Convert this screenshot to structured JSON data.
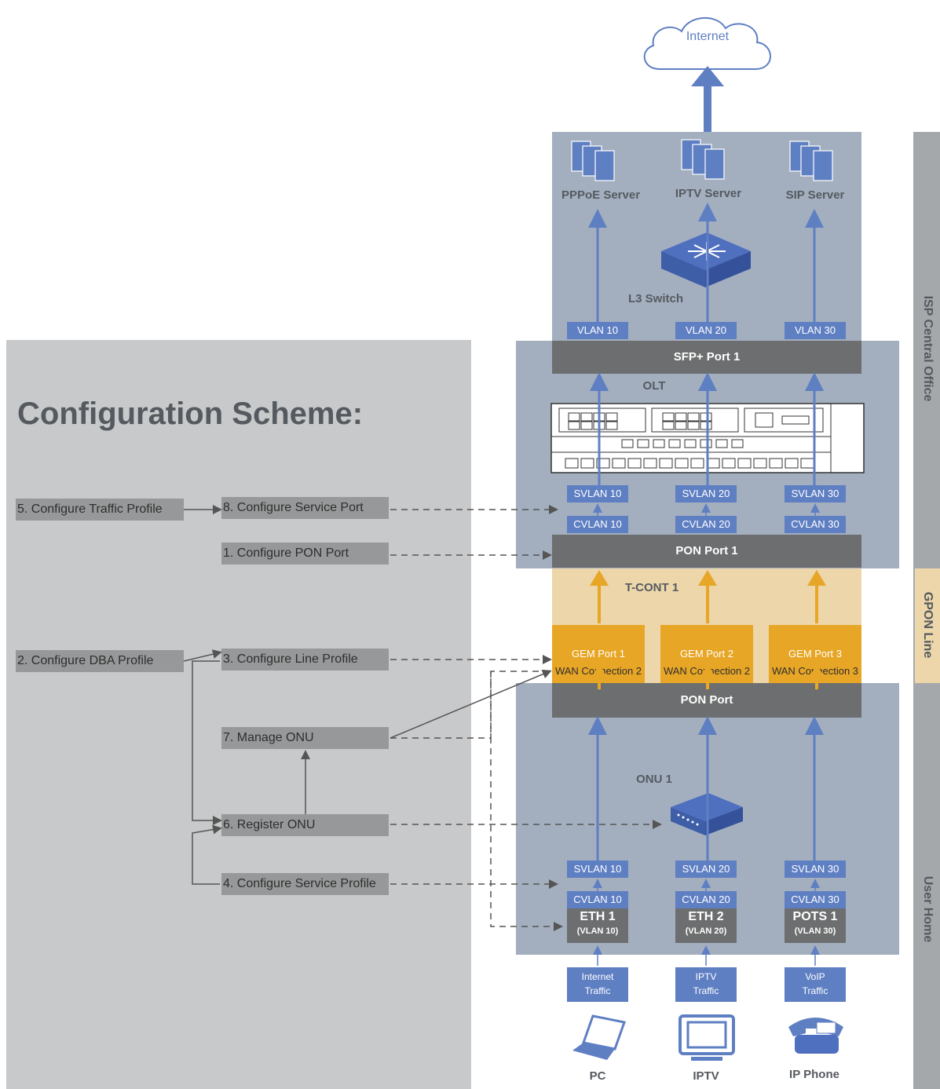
{
  "title": "Configuration Scheme:",
  "internet": "Internet",
  "servers": {
    "pppoe": "PPPoE Server",
    "iptv": "IPTV Server",
    "sip": "SIP Server"
  },
  "l3_switch": "L3 Switch",
  "vlans_top": [
    "VLAN 10",
    "VLAN 20",
    "VLAN 30"
  ],
  "sfp_port": "SFP+ Port 1",
  "olt": "OLT",
  "svlans": [
    "SVLAN 10",
    "SVLAN 20",
    "SVLAN 30"
  ],
  "cvlans": [
    "CVLAN 10",
    "CVLAN 20",
    "CVLAN 30"
  ],
  "pon_port_1": "PON Port 1",
  "tcont": "T-CONT 1",
  "gem_ports": [
    "GEM  Port 1",
    "GEM  Port 2",
    "GEM  Port 3"
  ],
  "wan_connections": [
    "WAN Connection 2",
    "WAN Connection 2",
    "WAN Connection 3"
  ],
  "pon_port": "PON Port",
  "onu": "ONU 1",
  "eth_ports": [
    {
      "name": "ETH 1",
      "vlan": "(VLAN 10)"
    },
    {
      "name": "ETH 2",
      "vlan": "(VLAN 20)"
    },
    {
      "name": "POTS 1",
      "vlan": "(VLAN 30)"
    }
  ],
  "traffic": [
    {
      "l1": "Internet",
      "l2": "Traffic"
    },
    {
      "l1": "IPTV",
      "l2": "Traffic"
    },
    {
      "l1": "VoIP",
      "l2": "Traffic"
    }
  ],
  "devices": [
    "PC",
    "IPTV",
    "IP Phone"
  ],
  "steps": {
    "s5": "5. Configure Traffic Profile",
    "s8": "8. Configure Service Port",
    "s1": "1. Configure PON Port",
    "s2": "2. Configure DBA Profile",
    "s3": "3. Configure Line Profile",
    "s7": "7. Manage ONU",
    "s6": "6. Register ONU",
    "s4": "4. Configure Service Profile"
  },
  "sidebar": {
    "isp": "ISP Central Office",
    "gpon": "GPON Line",
    "home": "User Home"
  },
  "colors": {
    "blue": "#5f7fc3",
    "gold": "#e8a626",
    "dark": "#6d6e6f",
    "panel": "#c8c9ca"
  }
}
